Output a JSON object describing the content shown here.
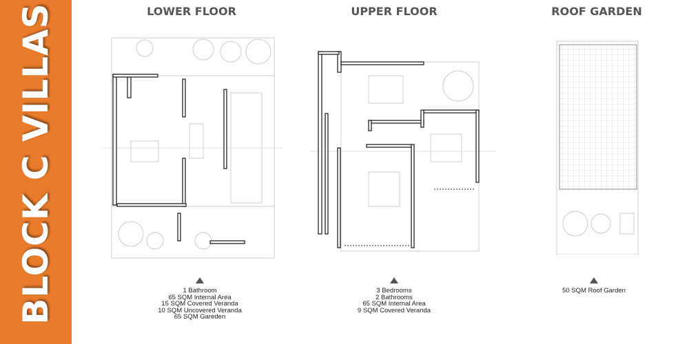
{
  "title": "BLOCK C VILLAS",
  "accent": "#e87b2c",
  "floors": [
    {
      "name": "LOWER FLOOR",
      "features": [
        "1 Bathroom",
        "65 SQM Internal Area",
        "15 SQM Covered Veranda",
        "10 SQM Uncovered Veranda",
        "65 SQM Gareden"
      ]
    },
    {
      "name": "UPPER FLOOR",
      "features": [
        "3 Bedrooms",
        "2 Bathrooms",
        "65 SQM Internal Area",
        "9 SQM Covered Veranda"
      ]
    },
    {
      "name": "ROOF GARDEN",
      "features": [
        "50 SQM Roof Garden"
      ]
    }
  ]
}
